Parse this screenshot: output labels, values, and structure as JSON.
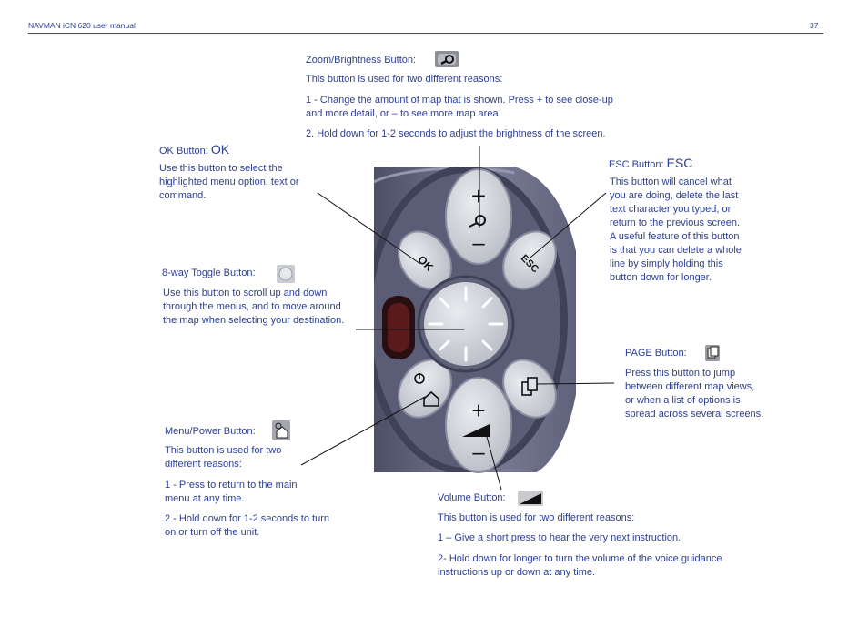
{
  "header": {
    "brand": "NAVMAN",
    "manual": "iCN 620 user manual",
    "page": "37"
  },
  "zoom": {
    "title": "Zoom/Brightness Button:",
    "intro": "This button is used for two different reasons:",
    "reason1_line1": "1 - Change the amount of map that is shown. Press + to see close-up",
    "reason1_line2": "and more detail, or – to see more map area.",
    "reason2": "2. Hold down for 1-2 seconds to adjust  the brightness of the screen.",
    "icon": "magnifier-icon"
  },
  "ok": {
    "title": "OK Button:",
    "symbol": "OK",
    "line1": "Use this button to select the",
    "line2": "highlighted menu option, text or",
    "line3": "command."
  },
  "esc": {
    "title": "ESC Button:",
    "symbol": "ESC",
    "lines": [
      "This button will cancel what",
      "you are doing, delete the last",
      "text character you typed, or",
      "return to the previous screen.",
      "A useful feature of this button",
      "is that you can delete a whole",
      "line by simply holding this",
      "button down for longer."
    ]
  },
  "toggle": {
    "title": "8-way Toggle Button:",
    "lines": [
      "Use this button to scroll up and down",
      "through the menus, and to move around",
      "the map when selecting your destination."
    ],
    "icon": "eight-way-toggle-icon"
  },
  "page_btn": {
    "title": "PAGE Button:",
    "lines": [
      "Press this button to jump",
      "between different map views,",
      "or when a list of options is",
      "spread across several screens."
    ],
    "icon": "pages-icon"
  },
  "menu": {
    "title": "Menu/Power Button:",
    "intro_line1": "This button is used for two",
    "intro_line2": "different reasons:",
    "r1_line1": "1 - Press to return to the main",
    "r1_line2": "menu at any time.",
    "r2_line1": "2 - Hold down for 1-2 seconds to turn",
    "r2_line2": "on or turn off the unit.",
    "icon": "home-power-icon"
  },
  "volume": {
    "title": "Volume Button:",
    "intro": "This button is used for two different reasons:",
    "reason1": "1 – Give a short press to hear the very next instruction.",
    "reason2_line1": "2- Hold down for longer to turn the volume of the voice guidance",
    "reason2_line2": "instructions up or down at any time.",
    "icon": "volume-wedge-icon"
  },
  "device": {
    "ok_label": "OK",
    "esc_label": "ESC",
    "plus": "+",
    "minus": "–"
  },
  "colors": {
    "text": "#2d3f91",
    "body_gray": "#6a6c88",
    "button": "#c8ccd4"
  }
}
